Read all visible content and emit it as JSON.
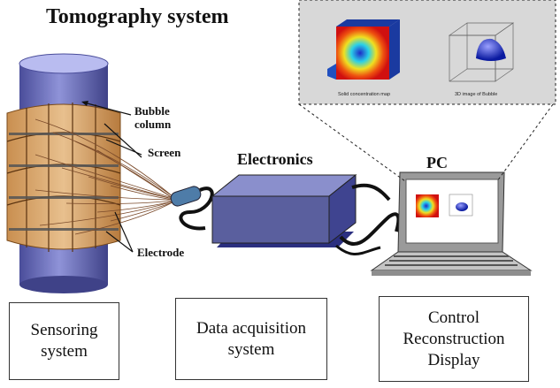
{
  "title": "Tomography system",
  "labels": {
    "bubble_line1": "Bubble",
    "bubble_line2": "column",
    "screen": "Screen",
    "electrode": "Electrode",
    "electronics": "Electronics",
    "pc": "PC"
  },
  "inset": {
    "left_caption": "Solid concentration map",
    "right_caption": "3D image of Bubble"
  },
  "boxes": {
    "sensoring": [
      "Sensoring",
      "system"
    ],
    "data_acquisition": [
      "Data acquisition",
      "system"
    ],
    "control": [
      "Control",
      "Reconstruction",
      "Display"
    ]
  },
  "colors": {
    "column": "#6b6fbf",
    "screen": "#d4a36a",
    "electronics_box": "#5a5f9e",
    "electronics_base": "#2b2f80",
    "laptop": "#b8b8b8"
  }
}
